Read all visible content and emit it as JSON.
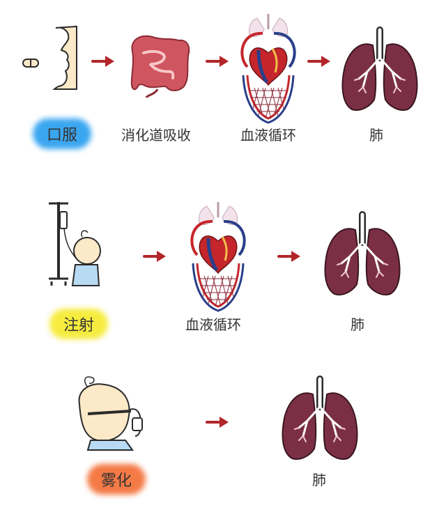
{
  "colors": {
    "oral": "#3aa6f0",
    "injection": "#f6ec3f",
    "atomize": "#f47a46",
    "arrow": "#b2262a",
    "lung": "#7b2f45",
    "skin": "#fbe9c8",
    "intestine": "#cf5560"
  },
  "rows": [
    {
      "tag": "口服",
      "steps": [
        "消化道吸收",
        "血液循环",
        "肺"
      ]
    },
    {
      "tag": "注射",
      "steps": [
        "血液循环",
        "肺"
      ]
    },
    {
      "tag": "雾化",
      "steps": [
        "肺"
      ]
    }
  ]
}
